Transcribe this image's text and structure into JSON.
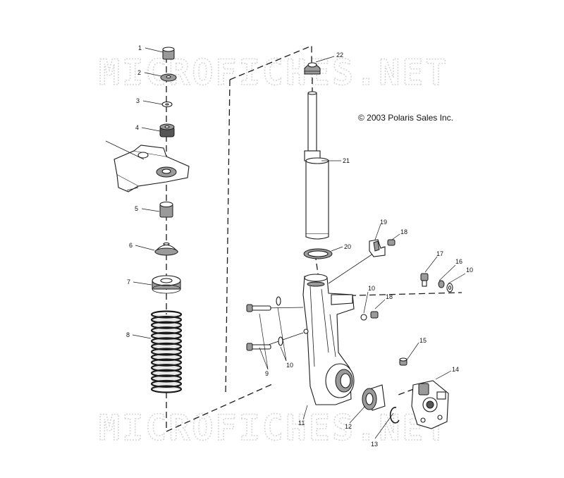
{
  "watermark": {
    "top": "MICROFICHES.NET",
    "bottom": "MICROFICHES.NET"
  },
  "copyright": "© 2003 Polaris Sales Inc.",
  "callouts": {
    "c1": "1",
    "c2": "2",
    "c3": "3",
    "c4": "4",
    "c5": "5",
    "c6": "6",
    "c7": "7",
    "c8": "8",
    "c9": "9",
    "c10a": "10",
    "c10b": "10",
    "c10c": "10",
    "c11": "11",
    "c12": "12",
    "c13": "13",
    "c14": "14",
    "c15": "15",
    "c16": "16",
    "c17": "17",
    "c18a": "18",
    "c18b": "18",
    "c19": "19",
    "c20": "20",
    "c21": "21",
    "c22": "22"
  }
}
